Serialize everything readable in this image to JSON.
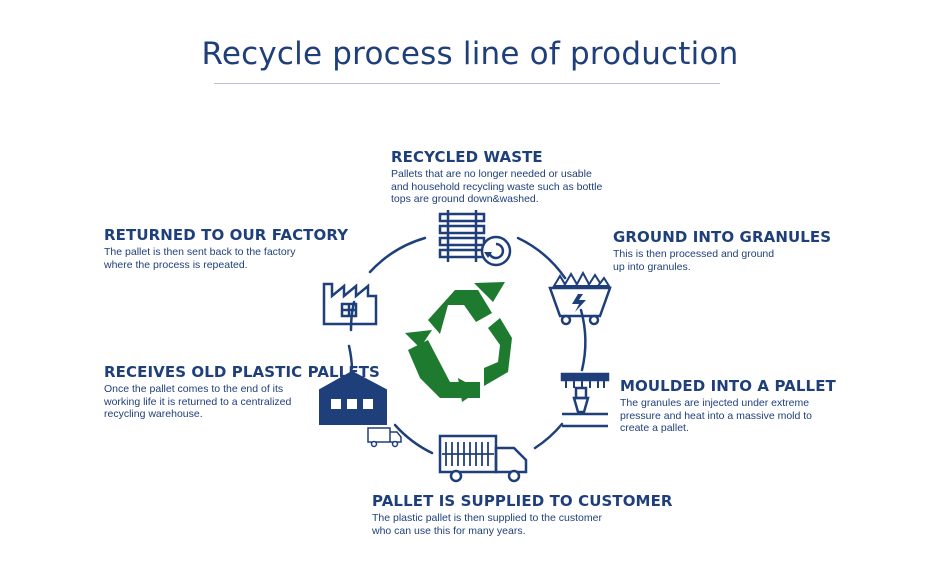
{
  "title": "Recycle process line of production",
  "colors": {
    "primary": "#1f3f7a",
    "recycle_green": "#1e7a2e",
    "rule": "#b9c0c9"
  },
  "steps": [
    {
      "key": "recycled-waste",
      "heading": "RECYCLED WASTE",
      "text": "Pallets that are no longer needed or usable\nand household recycling waste such as bottle\ntops are ground down&washed.",
      "icon": "pallet-stack-icon"
    },
    {
      "key": "ground-into-granules",
      "heading": "GROUND INTO GRANULES",
      "text": "This is then processed and ground\nup into granules.",
      "icon": "granule-cart-icon"
    },
    {
      "key": "moulded-into-pallet",
      "heading": "MOULDED INTO A PALLET",
      "text": "The granules are injected under extreme\npressure and heat into a massive mold to\ncreate a pallet.",
      "icon": "injection-mold-icon"
    },
    {
      "key": "supplied-to-customer",
      "heading": "PALLET IS SUPPLIED TO CUSTOMER",
      "text": "The plastic pallet is then supplied to the customer\nwho can use this for many years.",
      "icon": "delivery-truck-icon"
    },
    {
      "key": "receives-old-pallets",
      "heading": "RECEIVES OLD PLASTIC PALLETS",
      "text": "Once the pallet comes to the end of its\nworking life it is returned to a centralized\nrecycling warehouse.",
      "icon": "warehouse-icon"
    },
    {
      "key": "returned-to-factory",
      "heading": "RETURNED TO OUR FACTORY",
      "text": "The pallet is then sent back to the factory\nwhere the process is repeated.",
      "icon": "factory-icon"
    }
  ],
  "center_icon": "recycle-symbol-icon"
}
